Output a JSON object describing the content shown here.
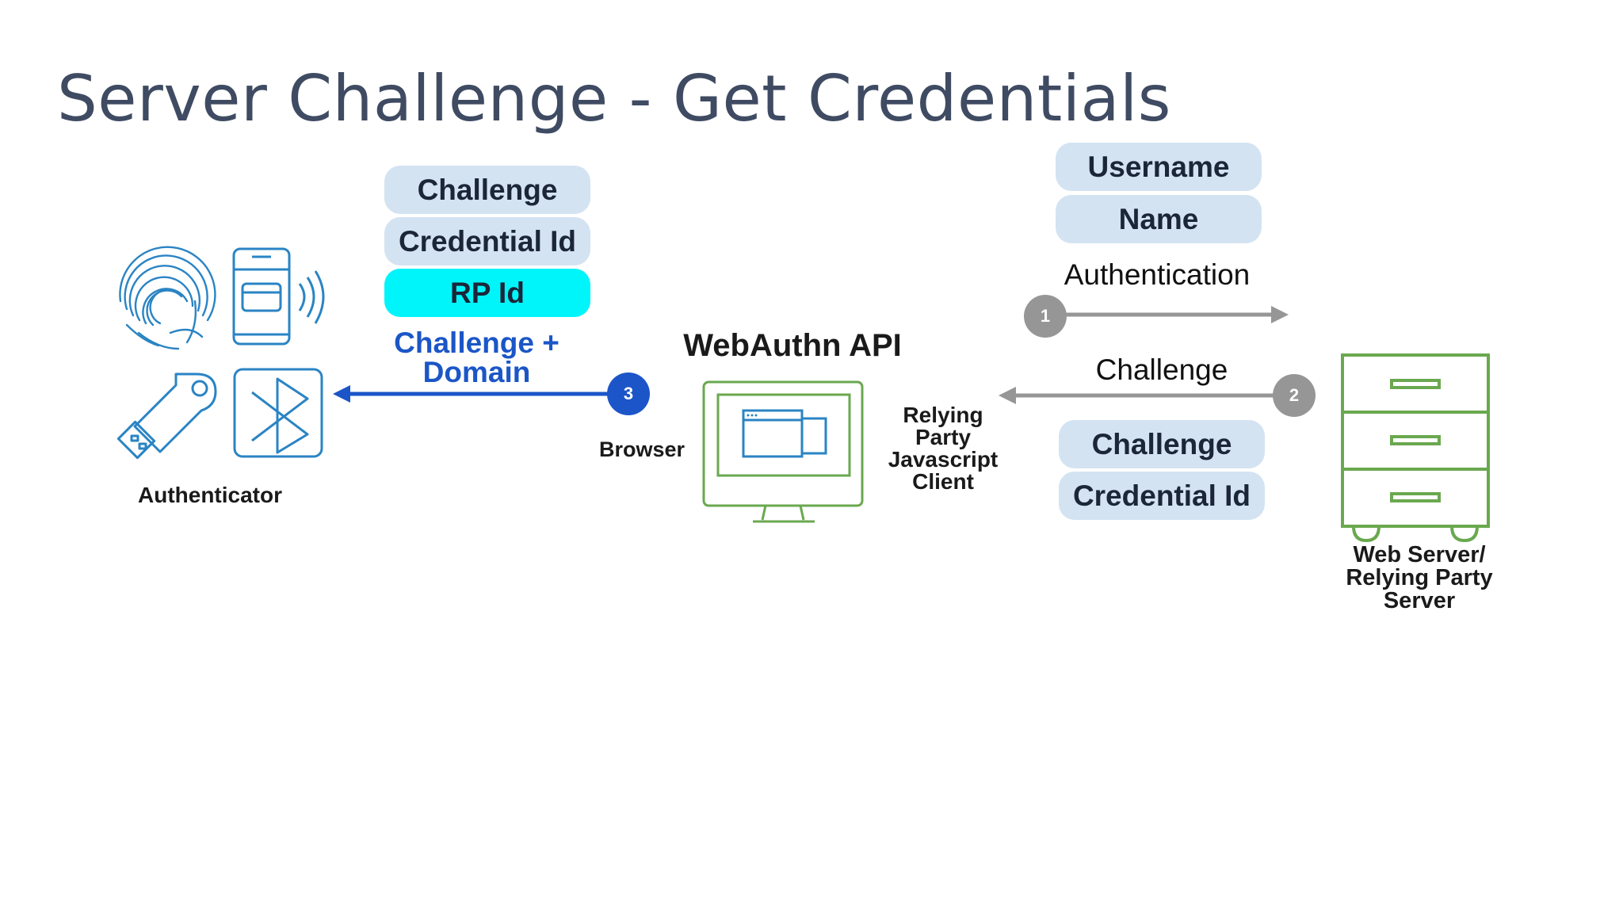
{
  "title": "Server Challenge - Get Credentials",
  "colors": {
    "title": "#3f4b62",
    "pill": "#d3e3f2",
    "pill_highlight": "#00f5fa",
    "blue_arrow": "#1c55c8",
    "blue_text": "#1b56c7",
    "gray_arrow": "#969696",
    "icon_blue": "#2a84c4",
    "icon_green": "#6aa84f"
  },
  "authenticator": {
    "label": "Authenticator",
    "icons": [
      "fingerprint-icon",
      "phone-wireless-icon",
      "usb-key-icon",
      "bluetooth-icon"
    ]
  },
  "browser_payload": {
    "fields": [
      "Challenge",
      "Credential Id",
      "RP Id"
    ],
    "arrow_label_line1": "Challenge +",
    "arrow_label_line2": "Domain",
    "step": "3"
  },
  "browser": {
    "label": "Browser",
    "api_label": "WebAuthn API",
    "client_line1": "Relying",
    "client_line2": "Party",
    "client_line3": "Javascript",
    "client_line4": "Client"
  },
  "auth_request": {
    "fields": [
      "Username",
      "Name"
    ],
    "label": "Authentication",
    "step": "1"
  },
  "challenge_response": {
    "label": "Challenge",
    "step": "2",
    "fields": [
      "Challenge",
      "Credential Id"
    ]
  },
  "server": {
    "line1": "Web Server/",
    "line2": "Relying Party",
    "line3": "Server"
  }
}
